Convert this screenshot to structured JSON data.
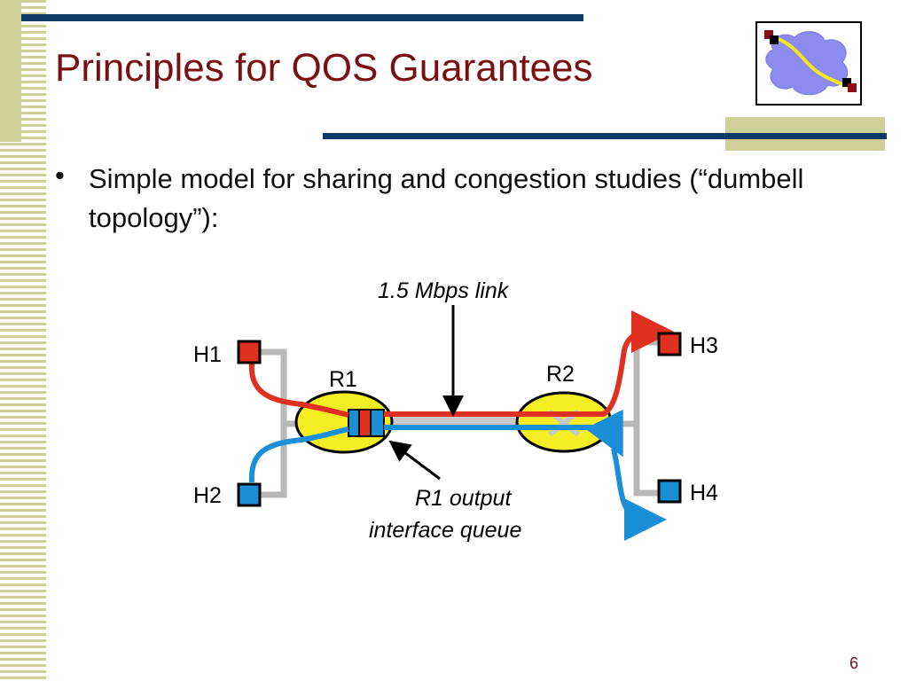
{
  "slide": {
    "title": "Principles for QOS Guarantees",
    "bullet": "Simple model for sharing and congestion studies (“dumbell topology”):",
    "slide_number": "6"
  },
  "diagram": {
    "link_label": "1.5 Mbps link",
    "queue_label_line1": "R1 output",
    "queue_label_line2": "interface queue",
    "routers": [
      "R1",
      "R2"
    ],
    "hosts": [
      "H1",
      "H2",
      "H3",
      "H4"
    ]
  },
  "colors": {
    "title": "#7a0f12",
    "accent_bar": "#0d3a66",
    "stripe": "#cfcf9a",
    "red_flow": "#e03020",
    "blue_flow": "#1a8fd8",
    "router_fill": "#f5ee22",
    "wire": "#b8b8b8"
  }
}
